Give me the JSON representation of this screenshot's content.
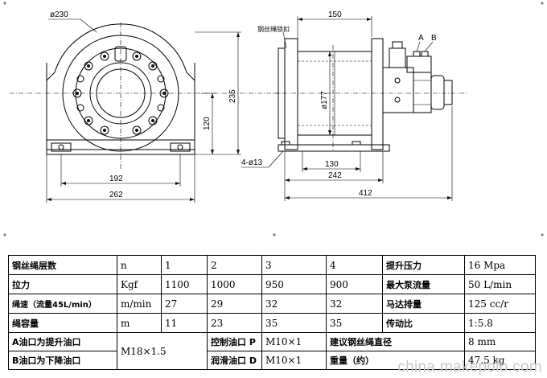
{
  "drawing": {
    "front": {
      "dia_230": "ø230",
      "dim_192": "192",
      "dim_262": "262",
      "dim_235": "235",
      "dim_120": "120"
    },
    "side": {
      "dim_150": "150",
      "dia_177": "ø177",
      "dim_130": "130",
      "dim_242": "242",
      "dim_412": "412",
      "holes": "4-ø13",
      "rope_clamp": "钢丝绳锁扣",
      "port_a": "A",
      "port_b": "B"
    }
  },
  "specs": {
    "rows": [
      {
        "c1": "钢丝绳层数",
        "c2": "n",
        "c3": "1",
        "c4": "2",
        "c5": "3",
        "c6": "4",
        "c7": "提升压力",
        "c8": "16 Mpa"
      },
      {
        "c1": "拉力",
        "c2": "Kgf",
        "c3": "1100",
        "c4": "1000",
        "c5": "950",
        "c6": "900",
        "c7": "最大泵流量",
        "c8": "50 L/min"
      },
      {
        "c1": "绳速（流量45L/min）",
        "c2": "m/min",
        "c3": "27",
        "c4": "29",
        "c5": "32",
        "c6": "32",
        "c7": "马达排量",
        "c8": "125 cc/r"
      },
      {
        "c1": "绳容量",
        "c2": "m",
        "c3": "11",
        "c4": "23",
        "c5": "35",
        "c6": "35",
        "c7": "传动比",
        "c8": "1:5.8"
      }
    ],
    "oil": {
      "a_port": "A油口为提升油口",
      "b_port": "B油口为下降油口",
      "thread": "M18×1.5",
      "control": "控制油口 P",
      "control_val": "M10×1",
      "lube": "润滑油口 D",
      "lube_val": "M10×1",
      "rope_dia": "建议钢丝绳直径",
      "rope_dia_val": "8 mm",
      "weight": "重量（约）",
      "weight_val": "47.5 kg"
    }
  },
  "watermark": "china.makepolo.com"
}
